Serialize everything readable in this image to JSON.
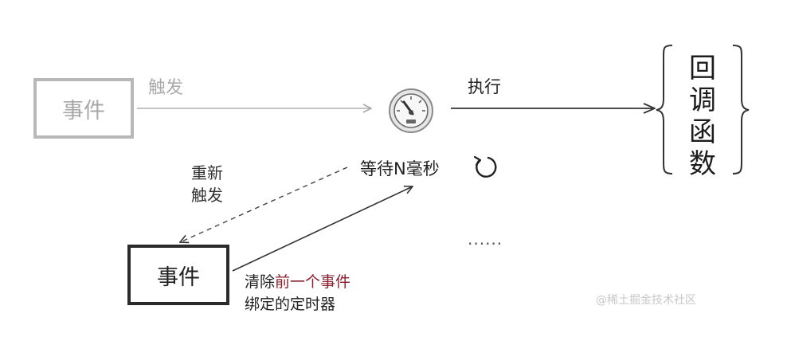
{
  "event_box_faded": {
    "label": "事件"
  },
  "event_box_active": {
    "label": "事件"
  },
  "trigger_label": "触发",
  "execute_label": "执行",
  "retrigger_label": {
    "line1": "重新",
    "line2": "触发"
  },
  "wait_label": "等待N毫秒",
  "ellipsis": "......",
  "clear_label": {
    "prefix": "清除",
    "highlight": "前一个事件",
    "line2": "绑定的定时器"
  },
  "callback": {
    "chars": [
      "回",
      "调",
      "函",
      "数"
    ]
  },
  "watermark": "@稀土掘金技术社区",
  "icons": [
    "timer-gauge-icon",
    "refresh-icon"
  ],
  "colors": {
    "faded": "#b8b8b8",
    "active": "#2b2b2b",
    "highlight": "#8a1f2e"
  }
}
